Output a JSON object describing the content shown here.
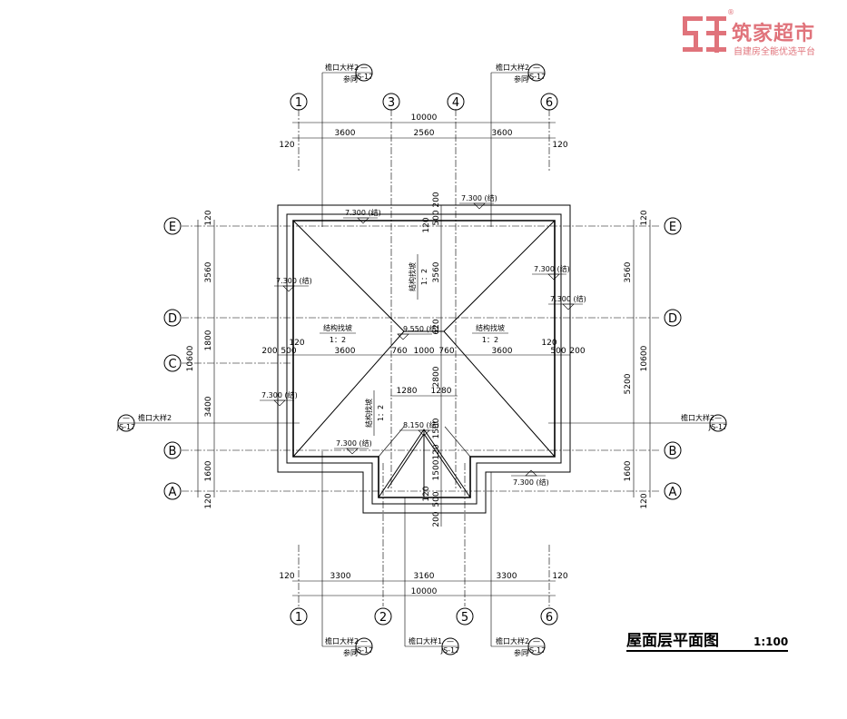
{
  "watermark": {
    "brand": "筑家超市",
    "slogan": "自建房全能优选平台",
    "registered": "®",
    "color": "#e0737b"
  },
  "title": {
    "text": "屋面层平面图",
    "scale": "1:100"
  },
  "axes": {
    "top": [
      "1",
      "3",
      "4",
      "6"
    ],
    "bottom": [
      "1",
      "2",
      "5",
      "6"
    ],
    "left": [
      "E",
      "D",
      "C",
      "B",
      "A"
    ],
    "right": [
      "E",
      "D",
      "B",
      "A"
    ]
  },
  "dimensions": {
    "top_total": "10000",
    "top_segments": [
      "120",
      "3600",
      "2560",
      "3600",
      "120"
    ],
    "bottom_total": "10000",
    "bottom_segments": [
      "120",
      "3300",
      "3160",
      "3300",
      "120"
    ],
    "left_total": "10600",
    "left_segments": [
      "120",
      "3560",
      "1800",
      "3400",
      "1600",
      "120"
    ],
    "right_total": "10600",
    "right_segments": [
      "120",
      "3560",
      "5200",
      "1600",
      "120"
    ],
    "inner_row": [
      "200",
      "500",
      "3600",
      "760",
      "1000",
      "760",
      "3600",
      "500",
      "200"
    ],
    "inner_120_left": "120",
    "inner_120_right": "120",
    "center_vertical": [
      "200",
      "500",
      "120",
      "3560",
      "620",
      "2800"
    ],
    "porch_widths": [
      "1280",
      "1280"
    ],
    "porch_vertical": [
      "1500",
      "120",
      "1500",
      "120",
      "500",
      "200"
    ]
  },
  "elevations": {
    "ridge": "9.550 (结)",
    "porch_ridge": "8.150 (结)",
    "eave_top": "7.300 (结)",
    "eave_top_right": "7.300 (结)",
    "eave_left_upper": "7.300 (结)",
    "eave_right_upper": "7.300 (结)",
    "eave_right_mid": "7.300 (结)",
    "eave_left_lower": "7.300 (结)",
    "eave_bottom_left": "7.300 (结)",
    "eave_bottom_right": "7.300 (结)"
  },
  "slopes": {
    "label": "结构找坡",
    "ratio": "1：2"
  },
  "detail_refs": {
    "top_left": {
      "text": "檐口大样2",
      "sub": "参同",
      "num": "—",
      "sheet": "JS-17"
    },
    "top_right": {
      "text": "檐口大样2",
      "sub": "参同",
      "num": "—",
      "sheet": "JS-17"
    },
    "left": {
      "text": "檐口大样2",
      "num": "—",
      "sheet": "JS-17"
    },
    "right": {
      "text": "檐口大样2",
      "num": "—",
      "sheet": "JS-17"
    },
    "bottom_left": {
      "text": "檐口大样2",
      "sub": "参同",
      "num": "—",
      "sheet": "JS-17"
    },
    "bottom_mid": {
      "text": "檐口大样1",
      "num": "—",
      "sheet": "JS-17"
    },
    "bottom_right": {
      "text": "檐口大样2",
      "sub": "参同",
      "num": "—",
      "sheet": "JS-17"
    }
  }
}
